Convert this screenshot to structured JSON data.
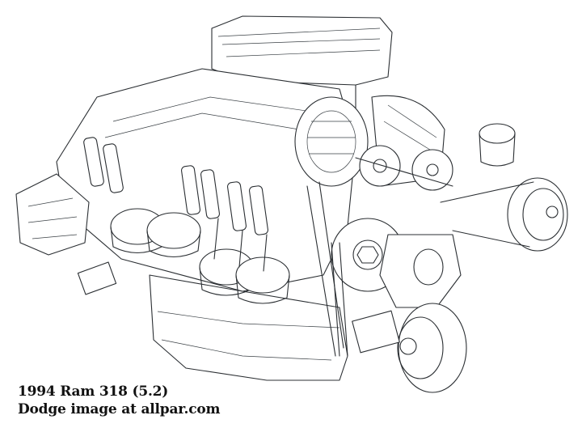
{
  "figure": {
    "subject": "Cutaway line drawing of V8 engine",
    "caption_line1": "1994 Ram 318 (5.2)",
    "caption_line2": "Dodge image at allpar.com",
    "line_color": "#2b2f33",
    "background": "#ffffff"
  }
}
